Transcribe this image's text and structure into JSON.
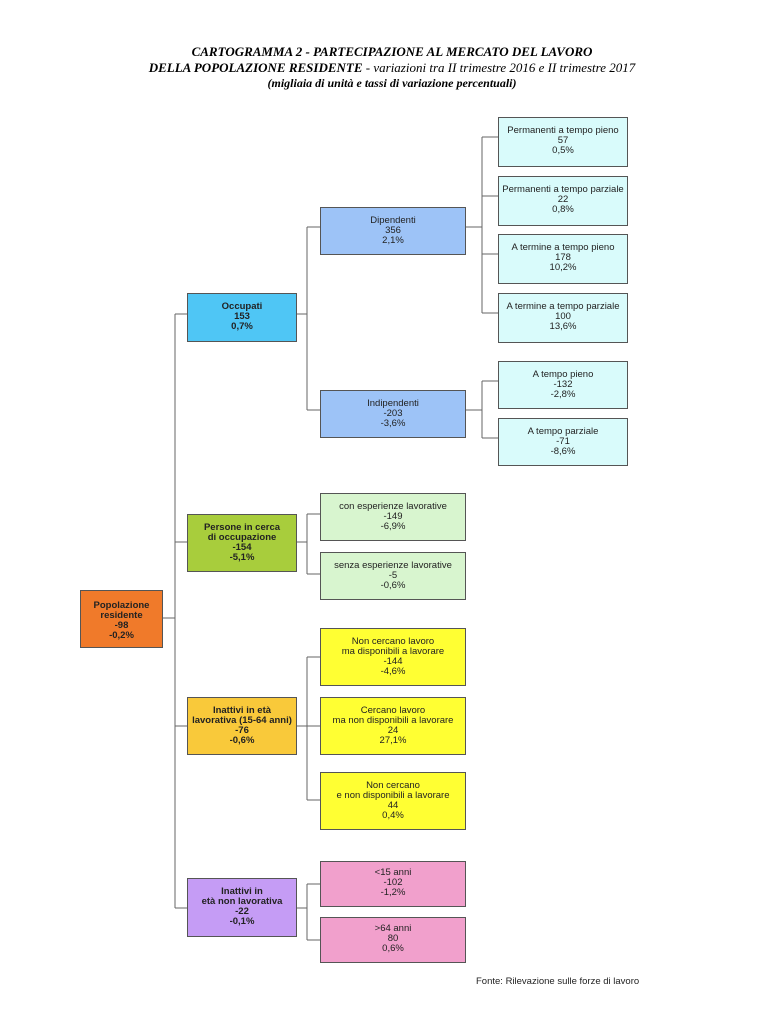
{
  "title": {
    "line1": "CARTOGRAMMA 2 - PARTECIPAZIONE AL MERCATO DEL LAVORO",
    "line2_bold": "DELLA POPOLAZIONE RESIDENTE",
    "line2_rest": " - variazioni tra II trimestre 2016 e II trimestre 2017",
    "line3": "(migliaia di unità e tassi di variazione percentuali)"
  },
  "nodes": {
    "popolazione": {
      "label1": "Popolazione",
      "label2": "residente",
      "value": "-98",
      "rate": "-0,2%"
    },
    "occupati": {
      "label1": "Occupati",
      "value": "153",
      "rate": "0,7%"
    },
    "cerca": {
      "label1": "Persone in cerca",
      "label2": "di occupazione",
      "value": "-154",
      "rate": "-5,1%"
    },
    "inattivi_lav": {
      "label1": "Inattivi  in età",
      "label2": "lavorativa (15-64 anni)",
      "value": "-76",
      "rate": "-0,6%"
    },
    "inattivi_nonlav": {
      "label1": "Inattivi  in",
      "label2": "età non lavorativa",
      "value": "-22",
      "rate": "-0,1%"
    },
    "dipendenti": {
      "label1": "Dipendenti",
      "value": "356",
      "rate": "2,1%"
    },
    "indipendenti": {
      "label1": "Indipendenti",
      "value": "-203",
      "rate": "-3,6%"
    },
    "perm_pieno": {
      "label1": "Permanenti a tempo pieno",
      "value": "57",
      "rate": "0,5%"
    },
    "perm_parziale": {
      "label1": "Permanenti a tempo parziale",
      "value": "22",
      "rate": "0,8%"
    },
    "term_pieno": {
      "label1": "A termine a tempo pieno",
      "value": "178",
      "rate": "10,2%"
    },
    "term_parziale": {
      "label1": "A termine a tempo parziale",
      "value": "100",
      "rate": "13,6%"
    },
    "ind_pieno": {
      "label1": "A tempo pieno",
      "value": "-132",
      "rate": "-2,8%"
    },
    "ind_parziale": {
      "label1": "A tempo parziale",
      "value": "-71",
      "rate": "-8,6%"
    },
    "con_esp": {
      "label1": "con esperienze lavorative",
      "value": "-149",
      "rate": "-6,9%"
    },
    "senza_esp": {
      "label1": "senza esperienze lavorative",
      "value": "-5",
      "rate": "-0,6%"
    },
    "non_cercano_disp": {
      "label1": "Non cercano lavoro",
      "label2": "ma disponibili a lavorare",
      "value": "-144",
      "rate": "-4,6%"
    },
    "cercano_nondisp": {
      "label1": "Cercano lavoro",
      "label2": "ma non disponibili a lavorare",
      "value": "24",
      "rate": "27,1%"
    },
    "non_cercano_nondisp": {
      "label1": "Non cercano",
      "label2": "e non disponibili a lavorare",
      "value": "44",
      "rate": "0,4%"
    },
    "under15": {
      "label1": "<15 anni",
      "value": "-102",
      "rate": "-1,2%"
    },
    "over64": {
      "label1": ">64 anni",
      "value": "80",
      "rate": "0,6%"
    }
  },
  "source": "Fonte: Rilevazione sulle forze di lavoro",
  "colors": {
    "popolazione": "#f07a2a",
    "occupati": "#4fc6f5",
    "cerca": "#a8cd3c",
    "inattivi_lav": "#f9c93a",
    "inattivi_nonlav": "#c59cf5",
    "dipendenti_indipendenti": "#9dc3f7",
    "leaf_occupati": "#d9fbfb",
    "leaf_cerca": "#d8f5cf",
    "leaf_inattivi_lav": "#ffff33",
    "leaf_inattivi_nonlav": "#f1a0cc"
  }
}
